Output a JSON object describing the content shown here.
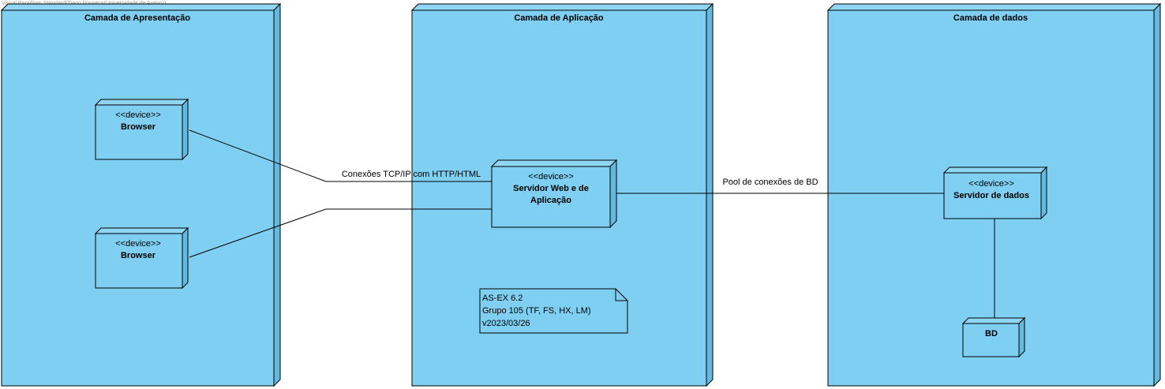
{
  "watermark": "Visual Paradigm Standard(Tiago Fonseca(Universidade de Aveiro))",
  "layers": {
    "presentation": {
      "title": "Camada de Apresentação"
    },
    "application": {
      "title": "Camada de Aplicação"
    },
    "data": {
      "title": "Camada de dados"
    }
  },
  "devices": {
    "browser1": {
      "stereotype": "<<device>>",
      "name": "Browser"
    },
    "browser2": {
      "stereotype": "<<device>>",
      "name": "Browser"
    },
    "webserver": {
      "stereotype": "<<device>>",
      "name_line1": "Servidor Web e de",
      "name_line2": "Aplicação"
    },
    "dataserver": {
      "stereotype": "<<device>>",
      "name": "Servidor de dados"
    },
    "bd": {
      "name": "BD"
    }
  },
  "connections": {
    "browsers_to_server": "Conexões TCP/IP com HTTP/HTML",
    "server_to_data": "Pool de conexões de BD"
  },
  "note": {
    "line1": "AS-EX 6.2",
    "line2": "Grupo 105 (TF, FS, HX, LM)",
    "line3": "v2023/03/26"
  }
}
